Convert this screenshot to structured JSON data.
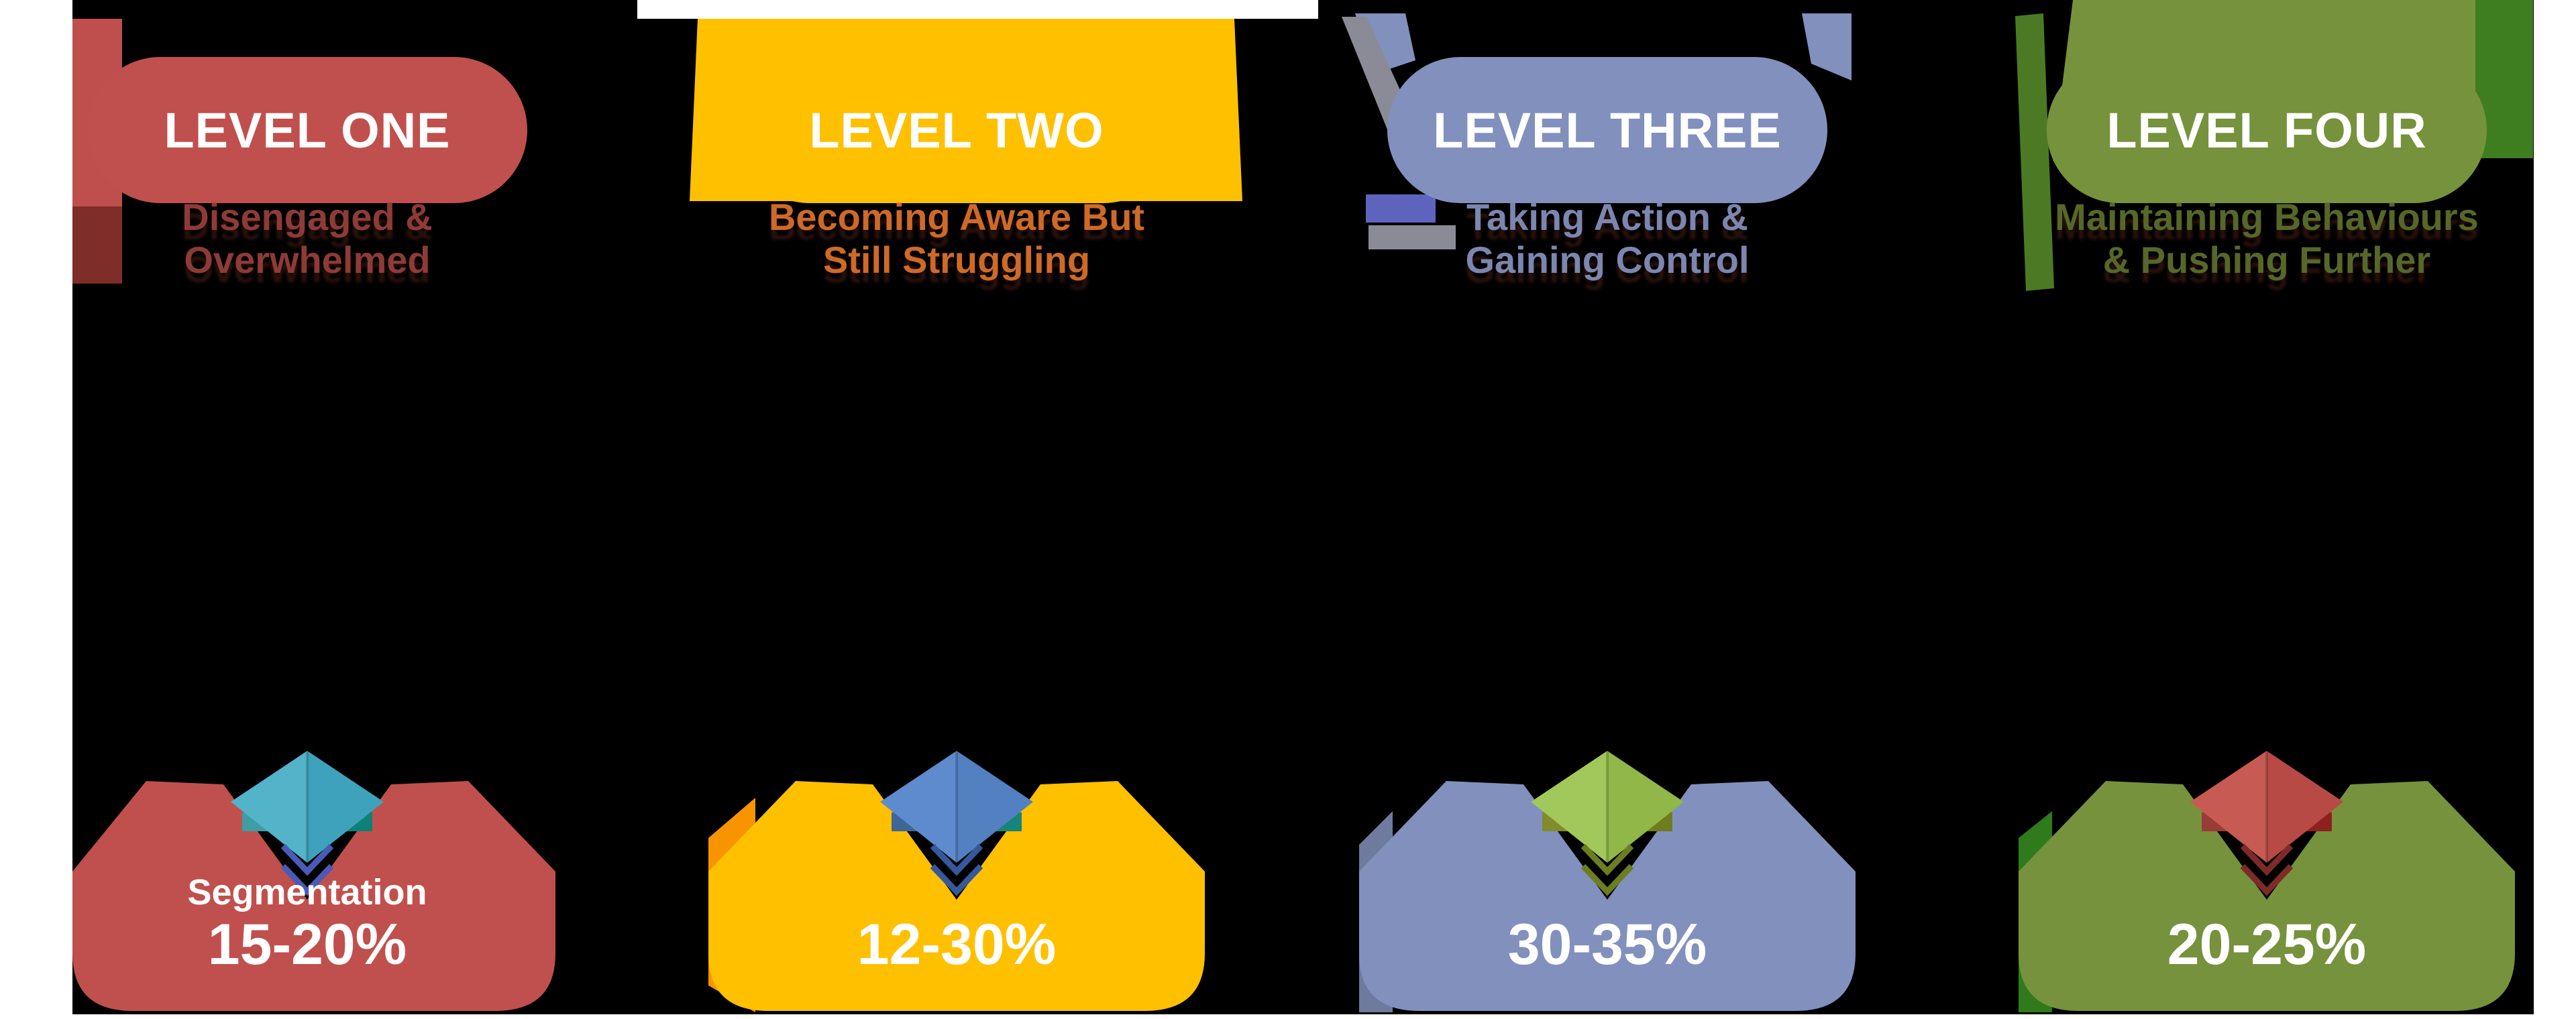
{
  "canvas": {
    "page_bg": "#ffffff",
    "bg": "#000000"
  },
  "decor": {
    "ribbon_red": "#BE4F4C",
    "ribbon_maroon": "#7E2D28",
    "flare_yellow": "#FFC000",
    "horn_slate": "#8290BD",
    "band_gray": "#8A8B96",
    "strip_violet": "#5E64BE",
    "flare_green_light": "#76923C",
    "rect_green_dark": "#3F7D21",
    "band_green": "#4C7A24",
    "wedge_orange": "#F79400",
    "wedge_slate": "#6E7A9E",
    "wedge_green": "#2F7A1A",
    "top_gap": "#FFFFFF"
  },
  "levels": [
    {
      "header": "LEVEL ONE",
      "subtitle_line1": "Disengaged &",
      "subtitle_line2": "Overwhelmed",
      "range_label": "Segmentation",
      "range_value": "15-20%",
      "colors": {
        "primary": "#C0504D",
        "subtitle": "#8E3B38",
        "diamond_left": "#53B3C8",
        "diamond_right": "#3FA2BC",
        "bar_left": "#3E9EA3",
        "bar_right": "#0D8078",
        "chevron": "#4A5BB5"
      }
    },
    {
      "header": "LEVEL TWO",
      "subtitle_line1": "Becoming Aware But",
      "subtitle_line2": "Still Struggling",
      "range_label": "",
      "range_value": "12-30%",
      "colors": {
        "primary": "#FFC000",
        "subtitle": "#CE6A28",
        "diamond_left": "#5E8BCD",
        "diamond_right": "#5280C0",
        "bar_left": "#3E6696",
        "bar_right": "#16857B",
        "chevron": "#35599B"
      }
    },
    {
      "header": "LEVEL THREE",
      "subtitle_line1": "Taking Action &",
      "subtitle_line2": "Gaining Control",
      "range_label": "",
      "range_value": "30-35%",
      "colors": {
        "primary": "#8290BD",
        "subtitle": "#7C86AF",
        "diamond_left": "#A2C75B",
        "diamond_right": "#90B747",
        "bar_left": "#828B2C",
        "bar_right": "#6F7D1F",
        "chevron": "#6B7F21"
      }
    },
    {
      "header": "LEVEL FOUR",
      "subtitle_line1": "Maintaining Behaviours",
      "subtitle_line2": "& Pushing Further",
      "range_label": "",
      "range_value": "20-25%",
      "colors": {
        "primary": "#76923C",
        "subtitle": "#566729",
        "diamond_left": "#C75B54",
        "diamond_right": "#B74A45",
        "bar_left": "#993B36",
        "bar_right": "#8E201E",
        "chevron": "#7D2B28"
      }
    }
  ]
}
